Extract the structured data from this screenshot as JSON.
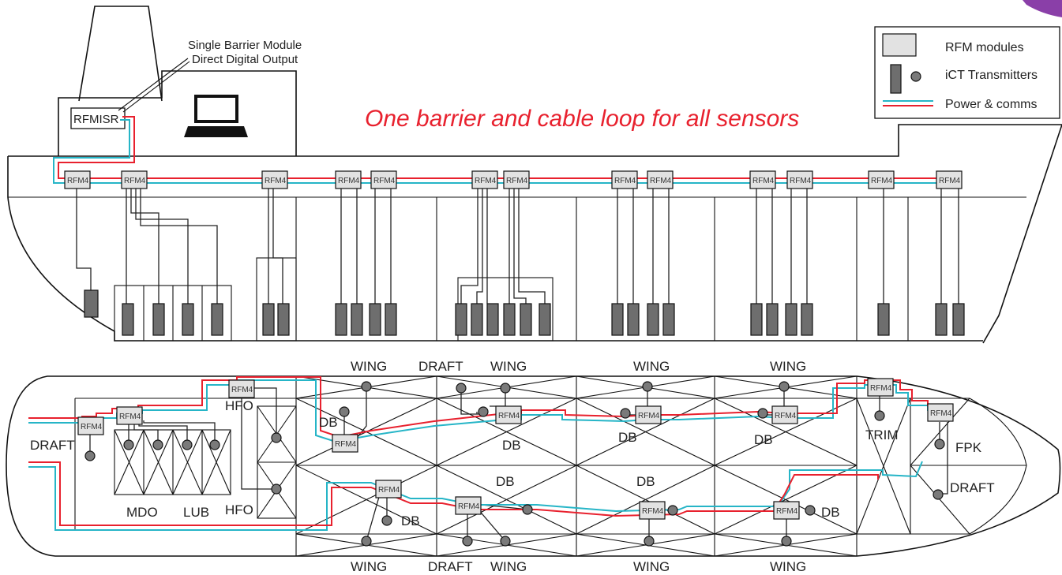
{
  "callout": {
    "line1": "Single Barrier Module",
    "line2": "Direct Digital Output",
    "barrier_label": "RFMISR"
  },
  "slogan": "One barrier and cable loop for all sensors",
  "legend": {
    "modules": "RFM modules",
    "transmitters": "iCT Transmitters",
    "power": "Power & comms"
  },
  "module_label": "RFM4",
  "side_view": {
    "module_count": 13
  },
  "plan_view": {
    "labels": {
      "wing": "WING",
      "draft": "DRAFT",
      "db": "DB",
      "hfo": "HFO",
      "mdo": "MDO",
      "lub": "LUB",
      "trim": "TRIM",
      "fpk": "FPK"
    }
  },
  "colors": {
    "comms_cyan": "#26b5c7",
    "power_red": "#e8212e",
    "module_fill": "#e2e2e2",
    "transmitter_fill": "#6e6e6e"
  }
}
